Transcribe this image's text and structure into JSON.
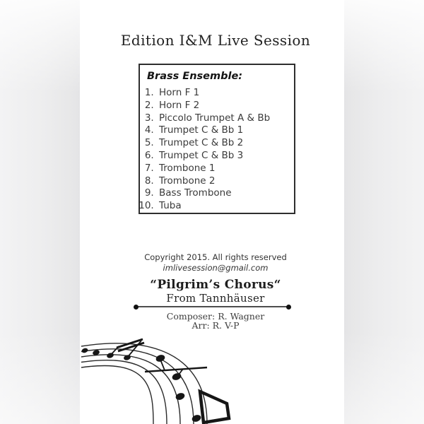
{
  "edition": {
    "title": "Edition I&M Live Session"
  },
  "ensemble": {
    "heading": "Brass Ensemble:",
    "items": [
      "Horn F 1",
      "Horn F 2",
      "Piccolo Trumpet A & Bb",
      "Trumpet C & Bb 1",
      "Trumpet C & Bb 2",
      "Trumpet C & Bb 3",
      "Trombone 1",
      "Trombone 2",
      "Bass Trombone",
      "Tuba"
    ]
  },
  "copyright": {
    "line1": "Copyright 2015. All rights reserved",
    "email": "imlivesession@gmail.com"
  },
  "piece": {
    "title": "“Pilgrim’s Chorus“",
    "subtitle": "From Tannhäuser",
    "composer": "Composer: R. Wagner",
    "arranger": "Arr: R. V-P"
  },
  "colors": {
    "text_dark": "#1e1e1e",
    "text_gray": "#3b3b3b",
    "box_border": "#2e2e2e",
    "ink": "#161616",
    "background": "#ffffff"
  }
}
